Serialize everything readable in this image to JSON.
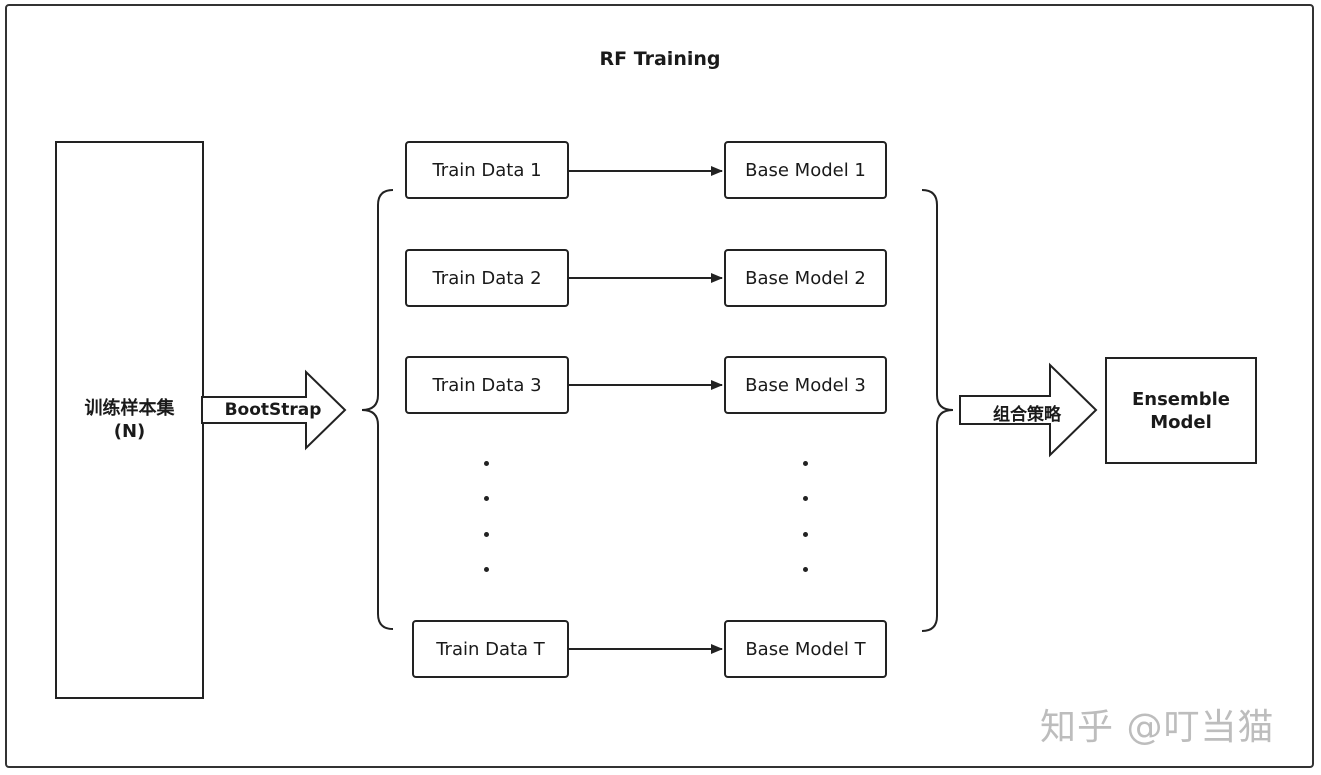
{
  "title": "RF Training",
  "source": {
    "line1": "训练样本集",
    "line2": "(N)"
  },
  "bootstrap_label": "BootStrap",
  "combine_label": "组合策略",
  "train_data": [
    "Train Data 1",
    "Train Data 2",
    "Train Data 3",
    "Train Data T"
  ],
  "base_models": [
    "Base Model 1",
    "Base Model 2",
    "Base Model 3",
    "Base Model T"
  ],
  "ensemble": {
    "line1": "Ensemble",
    "line2": "Model"
  },
  "watermark": "知乎 @叮当猫",
  "colors": {
    "stroke": "#222222",
    "watermark": "#bdbdbd"
  }
}
